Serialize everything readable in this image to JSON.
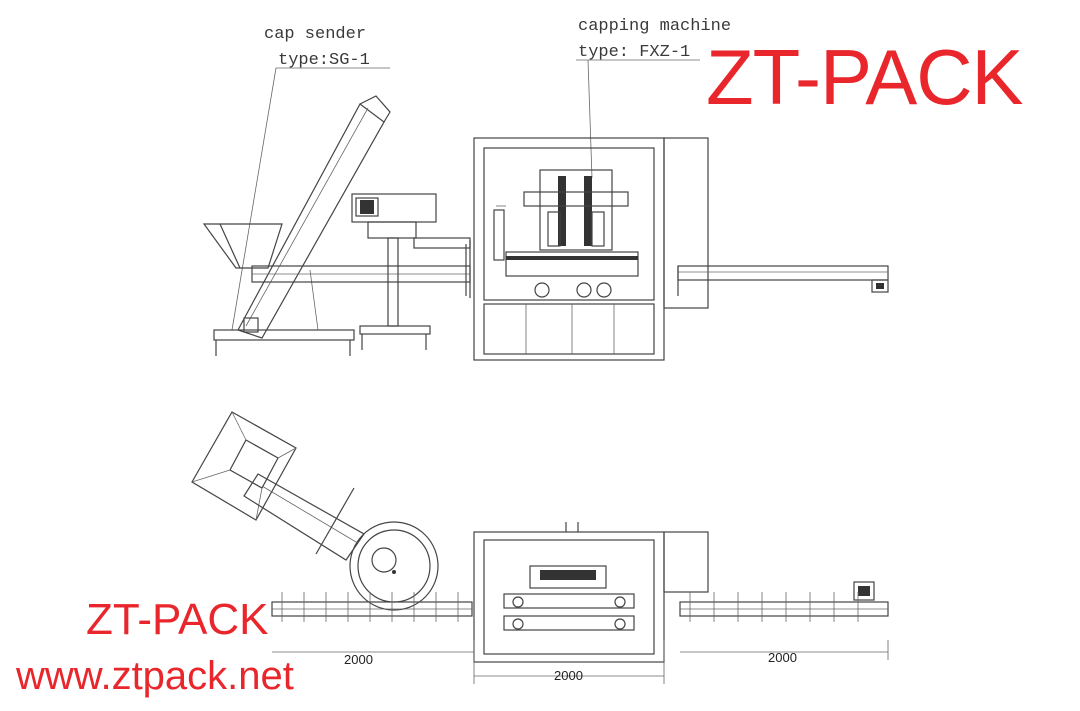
{
  "labels": {
    "cap_sender_name": "cap sender",
    "cap_sender_type": "type:SG-1",
    "capping_name": "capping machine",
    "capping_type": "type: FXZ-1"
  },
  "dimensions": {
    "left": "2000",
    "middle": "2000",
    "right": "2000"
  },
  "watermarks": {
    "brand_top": "ZT-PACK",
    "brand_bottom": "ZT-PACK",
    "website": "www.ztpack.net"
  },
  "colors": {
    "watermark": "#e8262b",
    "line": "#444444"
  }
}
